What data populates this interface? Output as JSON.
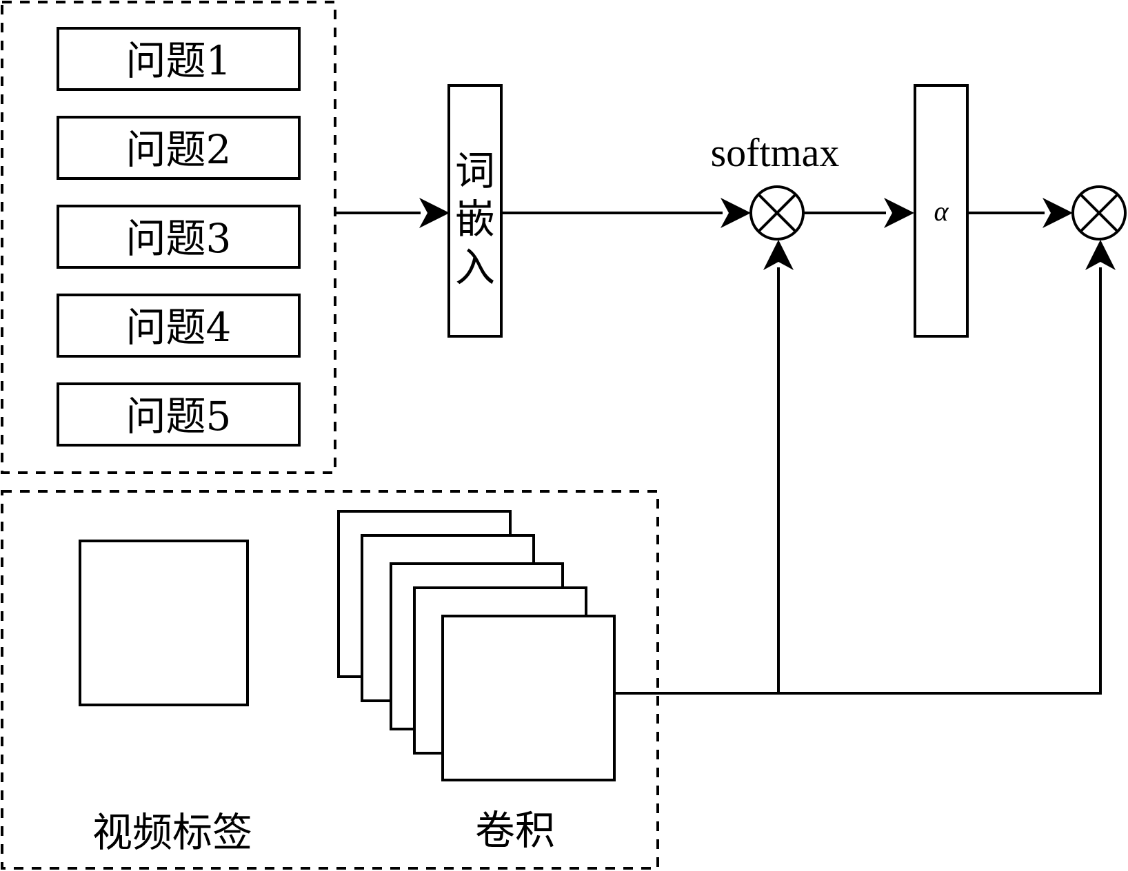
{
  "questions": {
    "items": [
      "问题1",
      "问题2",
      "问题3",
      "问题4",
      "问题5"
    ]
  },
  "embedding": {
    "chars": [
      "词",
      "嵌",
      "入"
    ]
  },
  "softmax_label": "softmax",
  "alpha_label": "α",
  "video": {
    "label_caption": "视频标签",
    "conv_caption": "卷积"
  },
  "operators": [
    "multiply-icon",
    "multiply-icon"
  ],
  "colors": {
    "stroke": "#000000",
    "fill": "#ffffff"
  }
}
